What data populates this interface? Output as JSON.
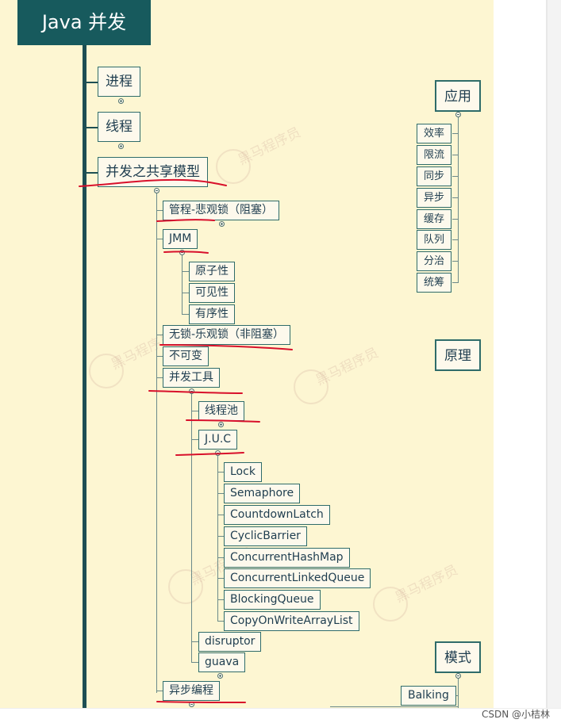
{
  "root": {
    "title": "Java 并发"
  },
  "branches": [
    {
      "key": "process",
      "label": "进程"
    },
    {
      "key": "thread",
      "label": "线程"
    },
    {
      "key": "shared",
      "label": "并发之共享模型"
    }
  ],
  "shared_children": {
    "monitor": "管程-悲观锁（阻塞）",
    "jmm": "JMM",
    "jmm_children": [
      "原子性",
      "可见性",
      "有序性"
    ],
    "lockfree": "无锁-乐观锁（非阻塞）",
    "immutable": "不可变",
    "tools": "并发工具",
    "tools_children": {
      "threadpool": "线程池",
      "juc": "J.U.C",
      "juc_children": [
        "Lock",
        "Semaphore",
        "CountdownLatch",
        "CyclicBarrier",
        "ConcurrentHashMap",
        "ConcurrentLinkedQueue",
        "BlockingQueue",
        "CopyOnWriteArrayList"
      ],
      "disruptor": "disruptor",
      "guava": "guava"
    },
    "async": "异步编程"
  },
  "side": {
    "application": {
      "title": "应用",
      "items": [
        "效率",
        "限流",
        "同步",
        "异步",
        "缓存",
        "队列",
        "分治",
        "统筹"
      ]
    },
    "principle": {
      "title": "原理"
    },
    "pattern": {
      "title": "模式",
      "items": [
        "Balking"
      ]
    }
  },
  "watermark": {
    "logo_text": "黑马程序员"
  },
  "credit": "CSDN @小桔林",
  "colors": {
    "root_bg": "#175a5d",
    "canvas_bg": "#fdf6d2",
    "node_border": "#2f6c6a",
    "annotation_red": "#d8102b"
  }
}
